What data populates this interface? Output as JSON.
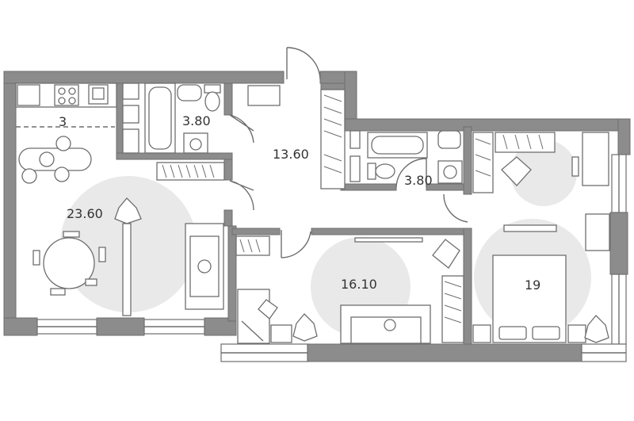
{
  "plan": {
    "rooms": [
      {
        "id": "kitchen-zone",
        "area": "3"
      },
      {
        "id": "bathroom-1",
        "area": "3.80"
      },
      {
        "id": "hallway",
        "area": "13.60"
      },
      {
        "id": "bathroom-2",
        "area": "3.80"
      },
      {
        "id": "living-room",
        "area": "23.60"
      },
      {
        "id": "bedroom-1",
        "area": "16.10"
      },
      {
        "id": "bedroom-2",
        "area": "19"
      }
    ],
    "colors": {
      "wall": "#8c8c8c",
      "zone": "#e9e9e9",
      "line": "#6e6e6e"
    }
  }
}
